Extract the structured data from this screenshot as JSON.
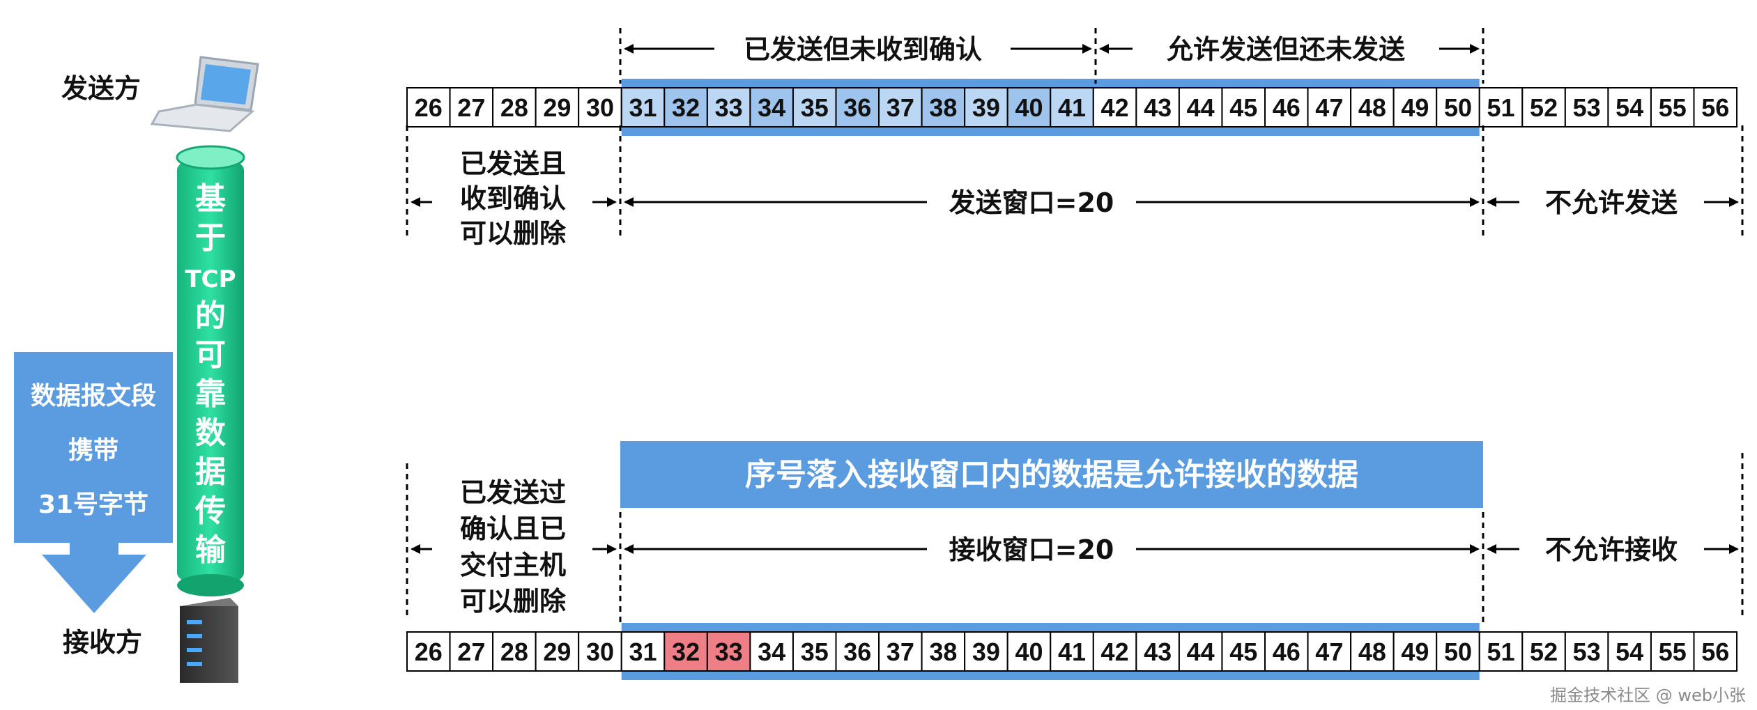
{
  "sender": {
    "label": "发送方",
    "icon": "laptop-icon",
    "sequence_start": 26,
    "sequence_end": 56,
    "window_start": 31,
    "window_end": 50,
    "sent_unacked_end": 41,
    "brackets": {
      "sent_unacked": "已发送但未收到确认",
      "allowed_not_sent": "允许发送但还未发送"
    },
    "left_note": [
      "已发送且",
      "收到确认",
      "可以删除"
    ],
    "window_label": "发送窗口=20",
    "right_note": "不允许发送"
  },
  "receiver": {
    "label": "接收方",
    "icon": "server-icon",
    "sequence_start": 26,
    "sequence_end": 56,
    "window_start": 31,
    "window_end": 50,
    "received_highlight": [
      32,
      33
    ],
    "banner": "序号落入接收窗口内的数据是允许接收的数据",
    "left_note": [
      "已发送过",
      "确认且已",
      "交付主机",
      "可以删除"
    ],
    "window_label": "接收窗口=20",
    "right_note": "不允许接收"
  },
  "pipe": {
    "lines": [
      "基",
      "于",
      "TCP",
      "的",
      "可",
      "靠",
      "数",
      "据",
      "传",
      "输"
    ]
  },
  "arrow_box": {
    "lines": [
      "数据报文段",
      "携带",
      "31号字节"
    ]
  },
  "watermark": "掘金技术社区 @ web小张",
  "colors": {
    "window_blue": "#5b9bdf",
    "sent_light": "#bcd7f4",
    "sent_mid": "#9ec3ec",
    "received_red": "#ee7f86",
    "pipe_green": "#1ec98c"
  }
}
